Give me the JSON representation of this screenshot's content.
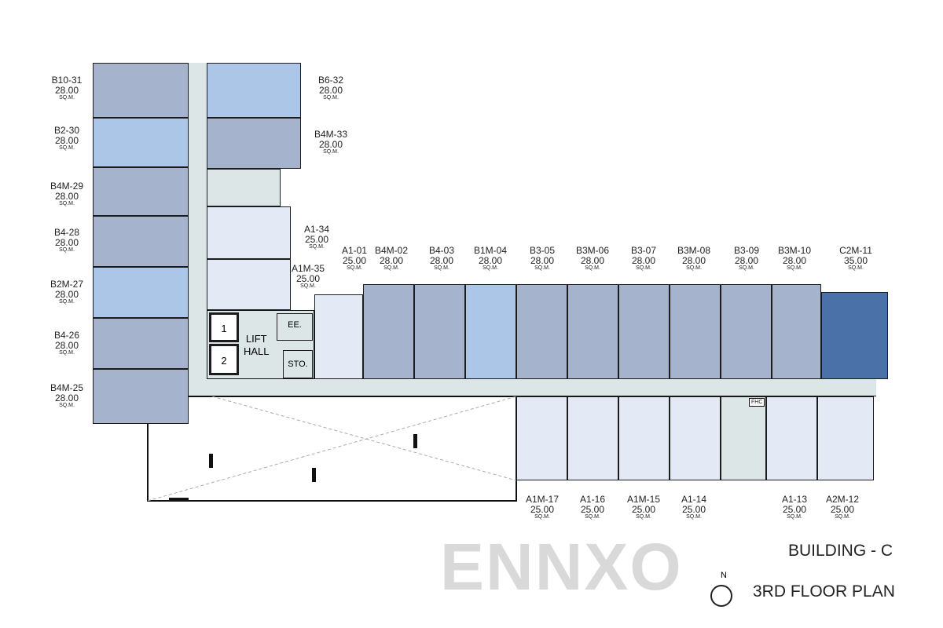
{
  "units": [
    {
      "code": "B10-31",
      "area": "28.00",
      "unit": "SQ.M."
    },
    {
      "code": "B2-30",
      "area": "28.00",
      "unit": "SQ.M."
    },
    {
      "code": "B4M-29",
      "area": "28.00",
      "unit": "SQ.M."
    },
    {
      "code": "B4-28",
      "area": "28.00",
      "unit": "SQ.M."
    },
    {
      "code": "B2M-27",
      "area": "28.00",
      "unit": "SQ.M."
    },
    {
      "code": "B4-26",
      "area": "28.00",
      "unit": "SQ.M."
    },
    {
      "code": "B4M-25",
      "area": "28.00",
      "unit": "SQ.M."
    },
    {
      "code": "B6-32",
      "area": "28.00",
      "unit": "SQ.M."
    },
    {
      "code": "B4M-33",
      "area": "28.00",
      "unit": "SQ.M."
    },
    {
      "code": "A1-34",
      "area": "25.00",
      "unit": "SQ.M."
    },
    {
      "code": "A1M-35",
      "area": "25.00",
      "unit": "SQ.M."
    },
    {
      "code": "A1-01",
      "area": "25.00",
      "unit": "SQ.M."
    },
    {
      "code": "B4M-02",
      "area": "28.00",
      "unit": "SQ.M."
    },
    {
      "code": "B4-03",
      "area": "28.00",
      "unit": "SQ.M."
    },
    {
      "code": "B1M-04",
      "area": "28.00",
      "unit": "SQ.M."
    },
    {
      "code": "B3-05",
      "area": "28.00",
      "unit": "SQ.M."
    },
    {
      "code": "B3M-06",
      "area": "28.00",
      "unit": "SQ.M."
    },
    {
      "code": "B3-07",
      "area": "28.00",
      "unit": "SQ.M."
    },
    {
      "code": "B3M-08",
      "area": "28.00",
      "unit": "SQ.M."
    },
    {
      "code": "B3-09",
      "area": "28.00",
      "unit": "SQ.M."
    },
    {
      "code": "B3M-10",
      "area": "28.00",
      "unit": "SQ.M."
    },
    {
      "code": "C2M-11",
      "area": "35.00",
      "unit": "SQ.M."
    },
    {
      "code": "A1M-17",
      "area": "25.00",
      "unit": "SQ.M."
    },
    {
      "code": "A1-16",
      "area": "25.00",
      "unit": "SQ.M."
    },
    {
      "code": "A1M-15",
      "area": "25.00",
      "unit": "SQ.M."
    },
    {
      "code": "A1-14",
      "area": "25.00",
      "unit": "SQ.M."
    },
    {
      "code": "A1-13",
      "area": "25.00",
      "unit": "SQ.M."
    },
    {
      "code": "A2M-12",
      "area": "25.00",
      "unit": "SQ.M."
    }
  ],
  "colors": {
    "type_b": "#a5b3cc",
    "type_b_light": "#abc6e6",
    "type_a": "#e3eaf6",
    "type_c": "#4a71a8",
    "corridor": "#dde6e6"
  },
  "core": {
    "lift1": "1",
    "lift2": "2",
    "lift_hall": "LIFT\nHALL",
    "ee": "EE.",
    "sto": "STO.",
    "fhc": "FHC"
  },
  "title": {
    "building": "BUILDING - C",
    "floor": "3RD FLOOR PLAN",
    "north": "N"
  },
  "watermark": "ENNXO"
}
